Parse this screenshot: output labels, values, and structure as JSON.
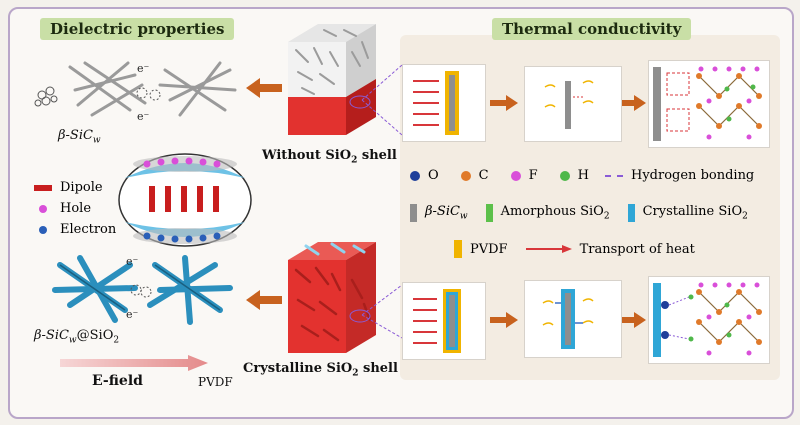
{
  "titles": {
    "left": "Dielectric properties",
    "right": "Thermal conductivity"
  },
  "labels": {
    "beta_sic_top": "β-SiC",
    "beta_sic_top_sub": "w",
    "beta_sic_sio2": "β-SiC",
    "beta_sic_sio2_sub": "w",
    "beta_sic_sio2_suffix": "@SiO",
    "beta_sic_sio2_sub2": "2",
    "without_shell_prefix": "Without SiO",
    "without_shell_sub": "2",
    "without_shell_suffix": " shell",
    "crystalline_shell_prefix": "Crystalline SiO",
    "crystalline_shell_sub": "2",
    "crystalline_shell_suffix": " shell",
    "e_field": "E-field",
    "pvdf_bottom": "PVDF",
    "e_minus": "e⁻"
  },
  "dielectric_legend": {
    "dipole": "Dipole",
    "hole": "Hole",
    "electron": "Electron"
  },
  "atom_legend": {
    "o": "O",
    "c": "C",
    "f": "F",
    "h": "H",
    "hbond": "Hydrogen bonding"
  },
  "material_legend": {
    "beta_sic": "β-SiC",
    "beta_sic_sub": "w",
    "amorphous_prefix": "Amorphous SiO",
    "amorphous_sub": "2",
    "crystalline_prefix": "Crystalline SiO",
    "crystalline_sub": "2",
    "pvdf": "PVDF",
    "transport": "Transport of heat"
  },
  "colors": {
    "banner": "#c9dfa6",
    "oxygen": "#1f3f9a",
    "carbon": "#e07a2a",
    "fluorine": "#d94fd9",
    "hydrogen": "#4fb84a",
    "sic": "#8e8e8e",
    "amorphous": "#5cc04a",
    "crystalline": "#2fa6d6",
    "pvdf": "#f0b400",
    "heat": "#d8363a",
    "arrow": "#c8621e",
    "dipole": "#c81e1e"
  }
}
